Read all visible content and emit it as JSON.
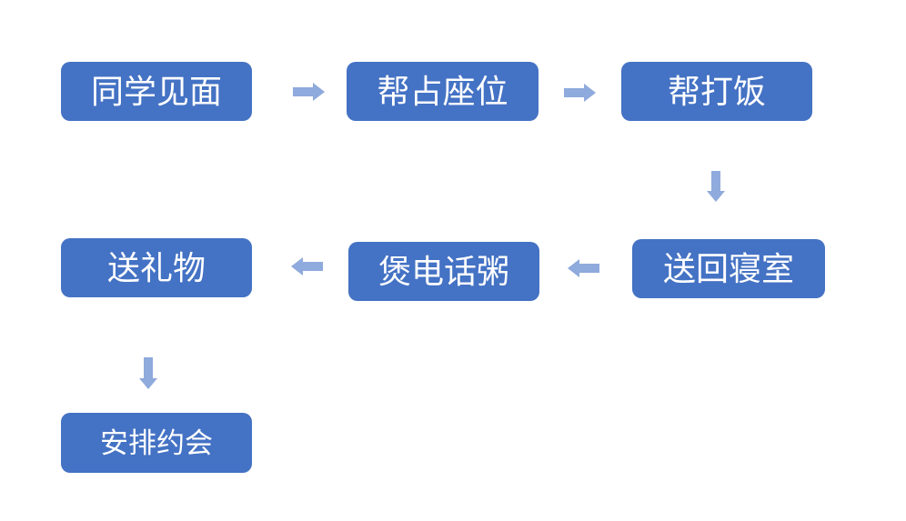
{
  "diagram": {
    "type": "flowchart",
    "colors": {
      "background": "#FFFFFF",
      "node_fill": "#4472C4",
      "arrow_fill": "#8FAADC",
      "node_text": "#FFFFFF"
    },
    "nodes": [
      {
        "label": "同学见面"
      },
      {
        "label": "帮占座位"
      },
      {
        "label": "帮打饭"
      },
      {
        "label": "送回寝室"
      },
      {
        "label": "煲电话粥"
      },
      {
        "label": "送礼物"
      },
      {
        "label": "安排约会"
      }
    ],
    "arrows": [
      {
        "direction": "right",
        "from": "同学见面",
        "to": "帮占座位"
      },
      {
        "direction": "right",
        "from": "帮占座位",
        "to": "帮打饭"
      },
      {
        "direction": "down",
        "from": "帮打饭",
        "to": "送回寝室"
      },
      {
        "direction": "left",
        "from": "送回寝室",
        "to": "煲电话粥"
      },
      {
        "direction": "left",
        "from": "煲电话粥",
        "to": "送礼物"
      },
      {
        "direction": "down",
        "from": "送礼物",
        "to": "安排约会"
      }
    ]
  }
}
